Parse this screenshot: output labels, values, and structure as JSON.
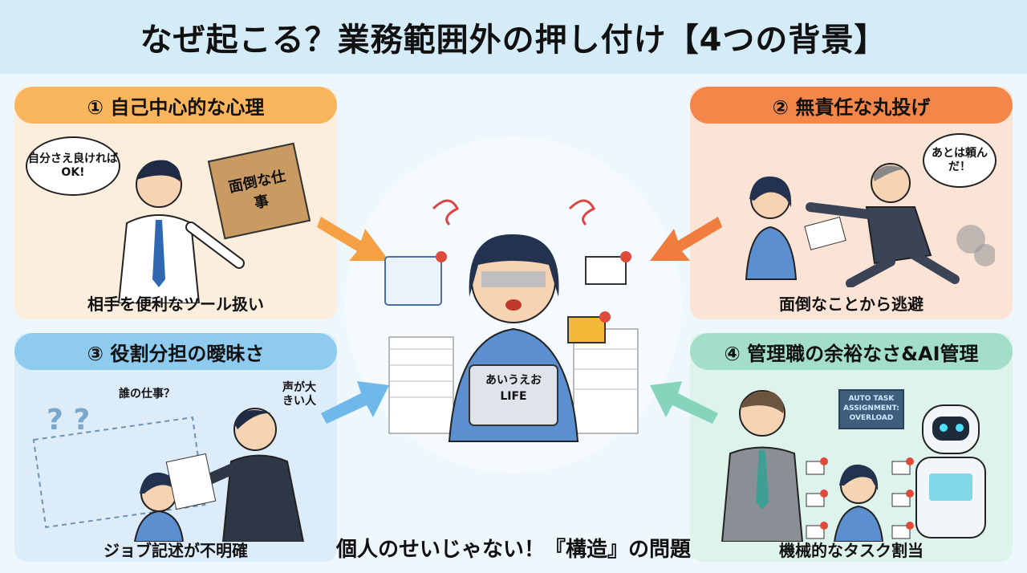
{
  "title": "なぜ起こる？業務範囲外の押し付け【4つの背景】",
  "panels": [
    {
      "header": "① 自己中心的な心理",
      "caption": "相手を便利なツール扱い",
      "bubble": "自分さえ良ければOK!",
      "box_label": "面倒な仕事"
    },
    {
      "header": "② 無責任な丸投げ",
      "caption": "面倒なことから逃避",
      "bubble": "あとは頼んだ！"
    },
    {
      "header": "③ 役割分担の曖昧さ",
      "caption": "ジョブ記述が不明確",
      "note1": "誰の仕事？",
      "note2": "声が大きい人"
    },
    {
      "header": "④ 管理職の余裕なさ&AI管理",
      "caption": "機械的なタスク割当",
      "screen": "AUTO TASK ASSIGNMENT: OVERLOAD"
    }
  ],
  "center": {
    "laptop_label": "あいうえお LIFE"
  },
  "footer": "個人のせいじゃない！『構造』の問題",
  "colors": {
    "p1": "#f8b55c",
    "p2": "#f3874a",
    "p3": "#8ecbef",
    "p4": "#a2dec8"
  }
}
